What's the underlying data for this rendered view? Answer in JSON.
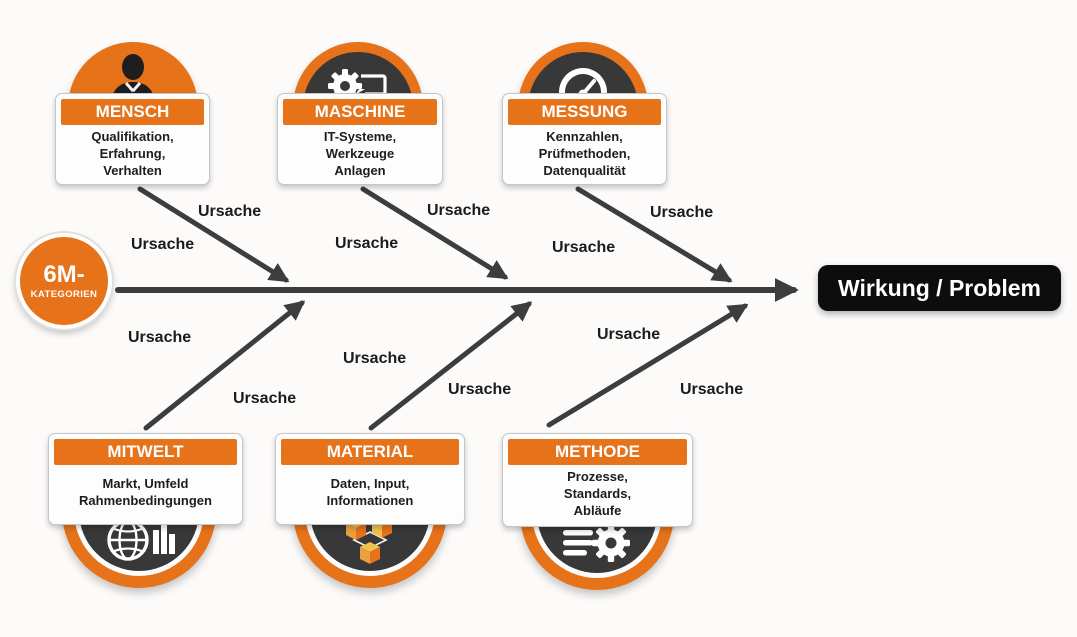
{
  "diagram": {
    "title_hint": "Ishikawa / fishbone diagram with 6M categories",
    "hub": {
      "title": "6M-",
      "subtitle": "KATEGORIEN"
    },
    "effect": {
      "label": "Wirkung / Problem"
    },
    "cause_label": "Ursache",
    "cause_label_count": 12,
    "categories": {
      "top": [
        {
          "name": "MENSCH",
          "details": "Qualifikation,\nErfahrung,\nVerhalten",
          "icon": "person-icon"
        },
        {
          "name": "MASCHINE",
          "details": "IT-Systeme,\nWerkzeuge\nAnlagen",
          "icon": "gear-monitor-icon"
        },
        {
          "name": "MESSUNG",
          "details": "Kennzahlen,\nPrüfmethoden,\nDatenqualität",
          "icon": "gauge-icon"
        }
      ],
      "bottom": [
        {
          "name": "MITWELT",
          "details": "Markt, Umfeld\nRahmenbedingungen",
          "icon": "globe-bars-icon"
        },
        {
          "name": "MATERIAL",
          "details": "Daten, Input,\nInformationen",
          "icon": "cubes-icon"
        },
        {
          "name": "METHODE",
          "details": "Prozesse,\nStandards,\nAbläufe",
          "icon": "list-gear-icon"
        }
      ]
    },
    "colors": {
      "accent_orange": "#E6721A",
      "dark_disc": "#383838",
      "bone": "#3D3D3D",
      "effect_bg": "#0D0D0D",
      "card_bg": "#FDFDFD"
    }
  }
}
